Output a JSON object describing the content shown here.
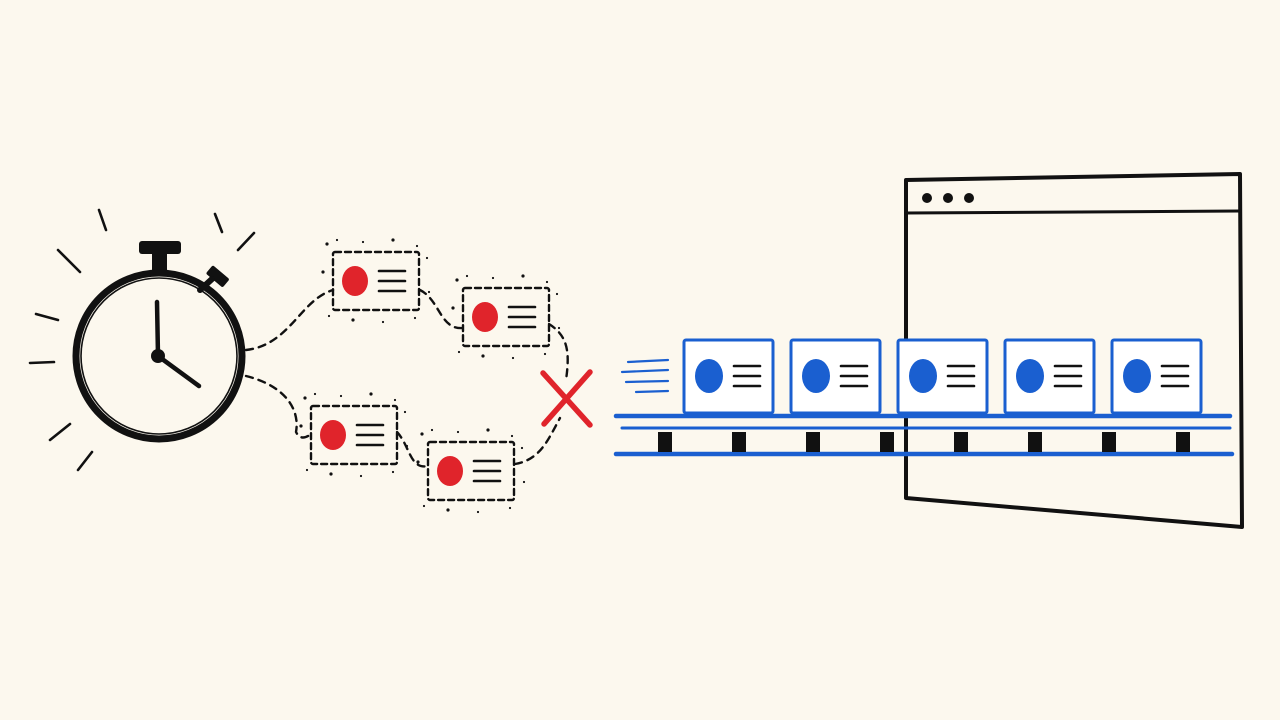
{
  "colors": {
    "background": "#fcf8ee",
    "ink": "#111111",
    "failed_card": "#e0242b",
    "success_blue": "#1a5fd0"
  },
  "icons": {
    "timer": "stopwatch-icon",
    "failure_marker": "red-x-icon",
    "failed_card": "dashed-card-icon",
    "success_card": "profile-card-icon",
    "target_window": "browser-window-icon",
    "belt": "conveyor-belt-icon"
  },
  "diagram": {
    "failed_cards_count": 4,
    "success_cards_count": 5,
    "belt_supports_count": 8
  }
}
